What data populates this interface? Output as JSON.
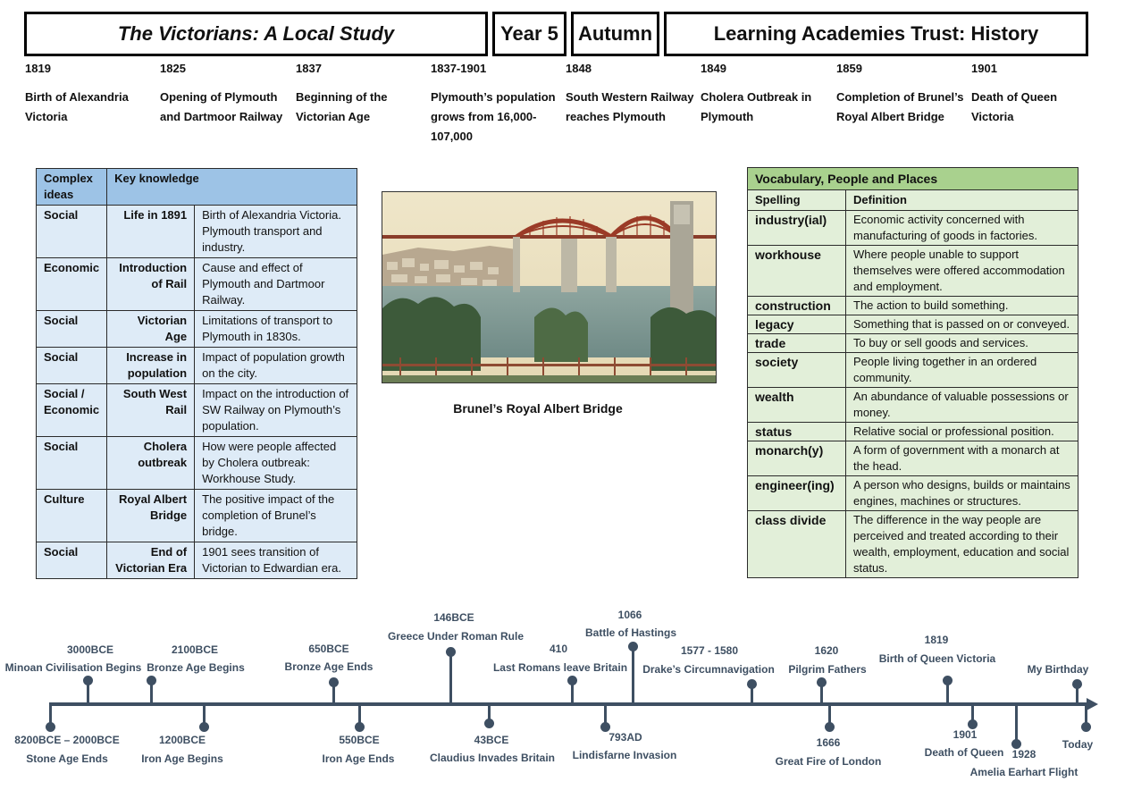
{
  "header": {
    "title": "The Victorians: A Local Study",
    "year": "Year 5",
    "term": "Autumn",
    "trust": "Learning Academies Trust:  History"
  },
  "top_timeline": [
    {
      "date": "1819",
      "text": "Birth of Alexandria Victoria"
    },
    {
      "date": "1825",
      "text": "Opening of Plymouth and Dartmoor Railway"
    },
    {
      "date": "1837",
      "text": "Beginning of the Victorian Age"
    },
    {
      "date": "1837-1901",
      "text": "Plymouth’s population grows from 16,000-107,000"
    },
    {
      "date": "1848",
      "text": "South Western Railway reaches Plymouth"
    },
    {
      "date": "1849",
      "text": "Cholera Outbreak in Plymouth"
    },
    {
      "date": "1859",
      "text": "Completion of Brunel’s Royal Albert Bridge"
    },
    {
      "date": "1901",
      "text": "Death of Queen Victoria"
    }
  ],
  "knowledge": {
    "header_col1": "Complex ideas",
    "header_col2": "Key knowledge",
    "rows": [
      {
        "idea": "Social",
        "topic": "Life in 1891",
        "detail": "Birth of Alexandria Victoria.  Plymouth transport and industry."
      },
      {
        "idea": "Economic",
        "topic": "Introduction of Rail",
        "detail": "Cause and effect of Plymouth and Dartmoor Railway."
      },
      {
        "idea": "Social",
        "topic": "Victorian Age",
        "detail": "Limitations of transport to Plymouth in 1830s."
      },
      {
        "idea": "Social",
        "topic": "Increase in population",
        "detail": "Impact of population growth on the city."
      },
      {
        "idea": "Social / Economic",
        "topic": "South West Rail",
        "detail": "Impact on the introduction of SW Railway on Plymouth’s population."
      },
      {
        "idea": "Social",
        "topic": "Cholera outbreak",
        "detail": "How were people affected by Cholera outbreak: Workhouse Study."
      },
      {
        "idea": "Culture",
        "topic": "Royal Albert Bridge",
        "detail": "The positive impact of the completion of Brunel’s bridge."
      },
      {
        "idea": "Social",
        "topic": "End of Victorian Era",
        "detail": "1901 sees transition of Victorian to Edwardian era."
      }
    ]
  },
  "image": {
    "caption": "Brunel’s Royal Albert Bridge"
  },
  "vocab": {
    "title": "Vocabulary, People and Places",
    "col1": "Spelling",
    "col2": "Definition",
    "rows": [
      {
        "word": "industry(ial)",
        "definition": "Economic activity concerned with manufacturing of goods in factories."
      },
      {
        "word": "workhouse",
        "definition": "Where people unable to support themselves were offered accommodation and employment."
      },
      {
        "word": "construction",
        "definition": "The action to build something."
      },
      {
        "word": "legacy",
        "definition": "Something that is passed on or conveyed."
      },
      {
        "word": "trade",
        "definition": "To buy or sell goods and services."
      },
      {
        "word": "society",
        "definition": "People living together in an ordered community."
      },
      {
        "word": "wealth",
        "definition": "An abundance of valuable possessions or money."
      },
      {
        "word": "status",
        "definition": "Relative social or professional position."
      },
      {
        "word": "monarch(y)",
        "definition": "A form of government with a monarch at the head."
      },
      {
        "word": "engineer(ing)",
        "definition": "A person who designs, builds or maintains engines, machines or structures."
      },
      {
        "word": "class divide",
        "definition": "The difference in the way people are perceived and treated according to their wealth, employment, education and social status."
      }
    ]
  },
  "history_timeline": {
    "above": [
      {
        "date": "3000BCE",
        "label": "Minoan Civilisation Begins"
      },
      {
        "date": "2100BCE",
        "label": "Bronze Age Begins"
      },
      {
        "date": "650BCE",
        "label": "Bronze Age Ends"
      },
      {
        "date": "146BCE",
        "label": "Greece Under Roman Rule"
      },
      {
        "date": "410",
        "label": "Last Romans leave Britain"
      },
      {
        "date": "1066",
        "label": "Battle of Hastings"
      },
      {
        "date": "1577 - 1580",
        "label": "Drake’s Circumnavigation"
      },
      {
        "date": "1620",
        "label": "Pilgrim Fathers"
      },
      {
        "date": "1819",
        "label": "Birth of Queen Victoria"
      },
      {
        "date": "",
        "label": "My Birthday"
      }
    ],
    "below": [
      {
        "date": "8200BCE – 2000BCE",
        "label": "Stone Age Ends"
      },
      {
        "date": "1200BCE",
        "label": "Iron Age Begins"
      },
      {
        "date": "550BCE",
        "label": "Iron Age Ends"
      },
      {
        "date": "43BCE",
        "label": "Claudius Invades Britain"
      },
      {
        "date": "793AD",
        "label": "Lindisfarne Invasion"
      },
      {
        "date": "1666",
        "label": "Great Fire of London"
      },
      {
        "date": "1901",
        "label": "Death of Queen"
      },
      {
        "date": "1928",
        "label": "Amelia Earhart Flight"
      },
      {
        "date": "",
        "label": "Today"
      }
    ]
  },
  "colors": {
    "timeline": "#3e4f62",
    "knowledge_header": "#9dc3e6",
    "knowledge_body": "#deebf7",
    "vocab_header": "#a9d18e",
    "vocab_body": "#e2efd9"
  }
}
